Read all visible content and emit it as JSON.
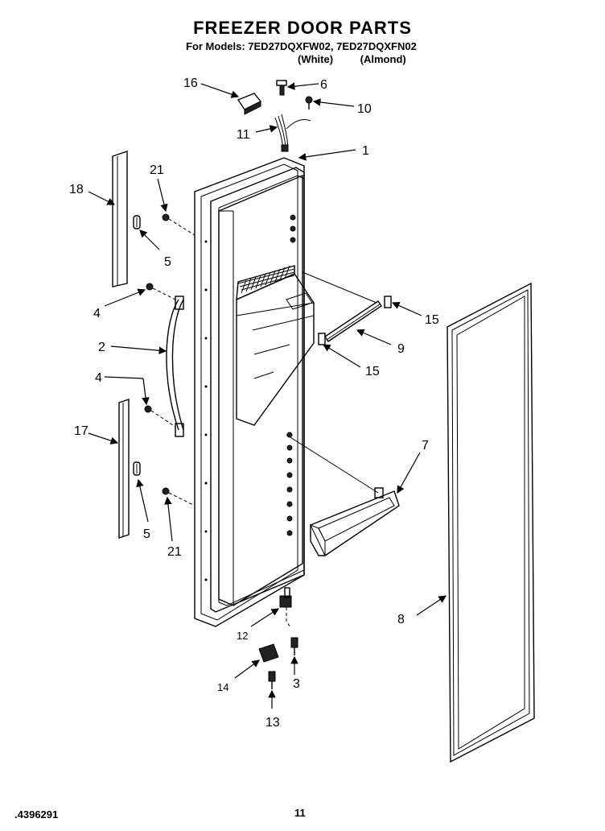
{
  "header": {
    "title": "FREEZER DOOR PARTS",
    "models_line": "For Models: 7ED27DQXFW02, 7ED27DQXFN02",
    "variant_white": "(White)",
    "variant_almond": "(Almond)"
  },
  "footer": {
    "doc_number": "4396291",
    "page_number": "11"
  },
  "callouts": {
    "c1": "1",
    "c2": "2",
    "c3": "3",
    "c4a": "4",
    "c4b": "4",
    "c5a": "5",
    "c5b": "5",
    "c6": "6",
    "c7": "7",
    "c8": "8",
    "c9": "9",
    "c10": "10",
    "c11": "11",
    "c12": "12",
    "c13": "13",
    "c14": "14",
    "c15a": "15",
    "c15b": "15",
    "c16": "16",
    "c17": "17",
    "c18": "18",
    "c21a": "21",
    "c21b": "21"
  }
}
